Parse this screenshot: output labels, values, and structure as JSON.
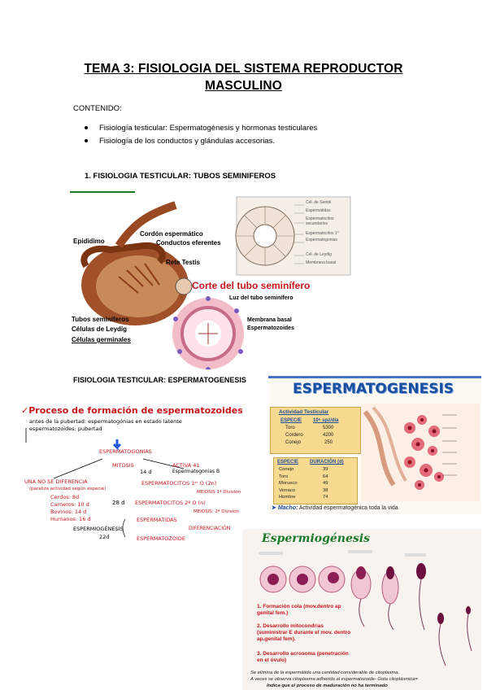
{
  "title_line1": "TEMA 3: FISIOLOGIA DEL SISTEMA REPRODUCTOR",
  "title_line2": "MASCULINO",
  "contenido_label": "CONTENIDO:",
  "bullets": [
    "Fisiología testicular: Espermatogénesis y hormonas testiculares",
    "Fisiología de los conductos y glándulas accesorias."
  ],
  "section1": "1.   FISIOLOGIA TESTICULAR: TUBOS SEMINIFEROS",
  "fig1": {
    "labels": {
      "epididimo": "Epidídimo",
      "cordon": "Cordón espermático",
      "conductos": "Conductos eferentes",
      "rete": "Rete Testis",
      "corte": "Corte del tubo seminífero",
      "luz": "Luz del tubo seminífero",
      "tubos": "Tubos seminíferos",
      "leydig": "Células de Leydig",
      "germinales": "Células germinales",
      "membrana": "Membrana basal",
      "esperm": "Espermatozoides"
    },
    "inset": [
      "Cél. de Sertoli",
      "Espermátidas",
      "Espermatocitos secundarios",
      "Espermatocitos 1°",
      "Espermatogonias",
      "Cél. de Leydig",
      "Membrana basal"
    ]
  },
  "section2": "FISIOLOGIA TESTICULAR: ESPERMATOGENESIS",
  "fig2": {
    "heading": "✓Proceso de formación de espermatozoides",
    "line1": "antes de la pubertad: espermatogónias en estado latente",
    "line2": "espermatozoides: pubertad",
    "espermatogonias": "ESPERMATOGONIAS",
    "mitosis": "MITOSIS",
    "d14": "14 d",
    "activa": "ACTIVA 41",
    "espB": "Espermatogonias B",
    "una_no": "UNA NO SE DIFERENCIA",
    "paralizo": "(paraliza actividad según especie)",
    "cerdos": "Cerdos:  8d",
    "carneros": "Carneros: 10 d",
    "bovinos": "Bovinos:  14 d",
    "humanos": "Humanos:  16 d",
    "d28": "28 d",
    "ec1": "ESPERMATOCITOS 1ᵉʳ O (2n)",
    "meiosis1": "MEIOSIS 1ª División",
    "ec2": "ESPERMATOCITOS 2º O (n)",
    "meiosis2": "MEIOSIS: 2ª División",
    "espermatidas": "ESPERMATIDAS",
    "espermiogenesis": "ESPERMIOGÉNESIS",
    "diferenciacion": "DIFERENCIACIÓN",
    "d22": "22d",
    "espermatozoide": "ESPERMATOZOIDE"
  },
  "fig3": {
    "title": "ESPERMATOGENESIS",
    "act_title": "Actividad Testicular",
    "col1": "ESPECIE",
    "col2": "10⁶ spz/día",
    "rows1": [
      [
        "Toro",
        "5300"
      ],
      [
        "Cordero",
        "4200"
      ],
      [
        "Conejo",
        "250"
      ]
    ],
    "col3": "ESPECIE",
    "col4": "DURACIÓN (d)",
    "rows2": [
      [
        "Conejo",
        "39"
      ],
      [
        "Toro",
        "64"
      ],
      [
        "Morueco",
        "49"
      ],
      [
        "Verraco",
        "38"
      ],
      [
        "Hombre",
        "74"
      ]
    ],
    "macho": "Macho:",
    "macho_text": "Actividad espermatogénica toda la vida"
  },
  "fig4": {
    "title": "Espermiogénesis",
    "steps": [
      "1.   Formación cola (mov.dentro ap genital fem.)",
      "2. Desarrollo mitocondrias (suministrar E durante el mov. dentro ap.genital fem).",
      "3. Desarrollo acrosoma (penetración en el óvulo)"
    ],
    "footer1": "Se elimina de la espermátida una cantidad considerable de citoplasma.",
    "footer2": "A veces se observa citoplasma adherido  al espermatozoide- Gota citoplásmica=",
    "footer3": "Indica que el proceso de maduración no ha terminado"
  }
}
